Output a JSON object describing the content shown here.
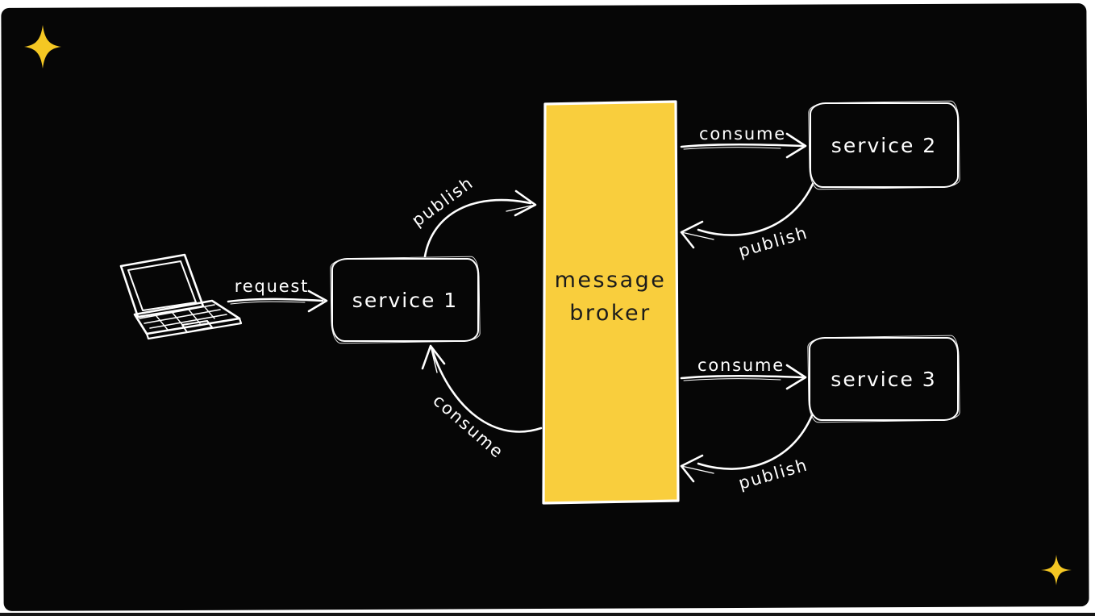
{
  "page": {
    "background": "#ffffff",
    "canvas_background": "#060606"
  },
  "colors": {
    "line": "#ffffff",
    "broker_fill": "#F9CE3D",
    "broker_text": "#1b1b1b",
    "sparkle": "#F4C723"
  },
  "nodes": {
    "client": {
      "icon": "laptop-icon"
    },
    "service1": {
      "label": "service 1"
    },
    "service2": {
      "label": "service 2"
    },
    "service3": {
      "label": "service 3"
    },
    "broker": {
      "label_line1": "message",
      "label_line2": "broker"
    }
  },
  "edges": {
    "request": {
      "label": "request",
      "from": "client",
      "to": "service1"
    },
    "service1_publish": {
      "label": "publish",
      "from": "service1",
      "to": "broker"
    },
    "service1_consume": {
      "label": "consume",
      "from": "broker",
      "to": "service1"
    },
    "service2_consume": {
      "label": "consume",
      "from": "broker",
      "to": "service2"
    },
    "service2_publish": {
      "label": "publish",
      "from": "service2",
      "to": "broker"
    },
    "service3_consume": {
      "label": "consume",
      "from": "broker",
      "to": "service3"
    },
    "service3_publish": {
      "label": "publish",
      "from": "service3",
      "to": "broker"
    }
  },
  "decorations": {
    "sparkle_top_left": "sparkle-icon",
    "sparkle_bottom_right": "sparkle-icon"
  }
}
